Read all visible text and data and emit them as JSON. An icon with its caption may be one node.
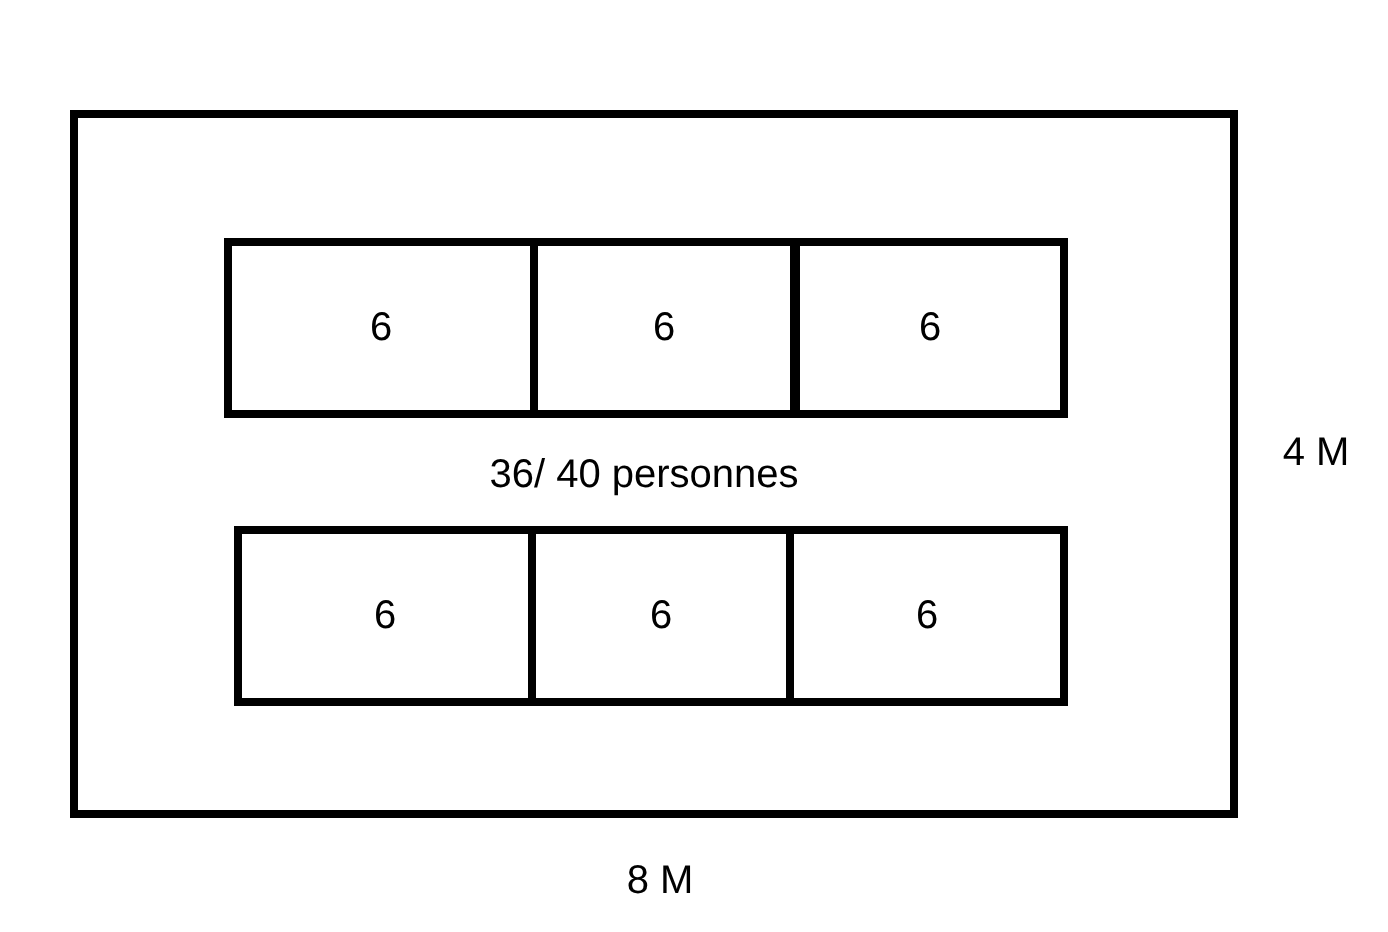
{
  "diagram": {
    "nodes": [
      {
        "text": [
          "36/ 40 personnes"
        ]
      },
      {
        "text": [
          "6"
        ],
        "in": 0
      },
      {
        "text": [
          "6"
        ],
        "in": 0
      },
      {
        "text": [
          "6"
        ],
        "in": 0
      },
      {
        "text": [
          "6"
        ],
        "in": 0
      },
      {
        "text": [
          "6"
        ],
        "in": 0
      },
      {
        "text": [
          "6"
        ],
        "in": 0
      }
    ],
    "labels": [
      "4 M",
      "8 M"
    ]
  }
}
